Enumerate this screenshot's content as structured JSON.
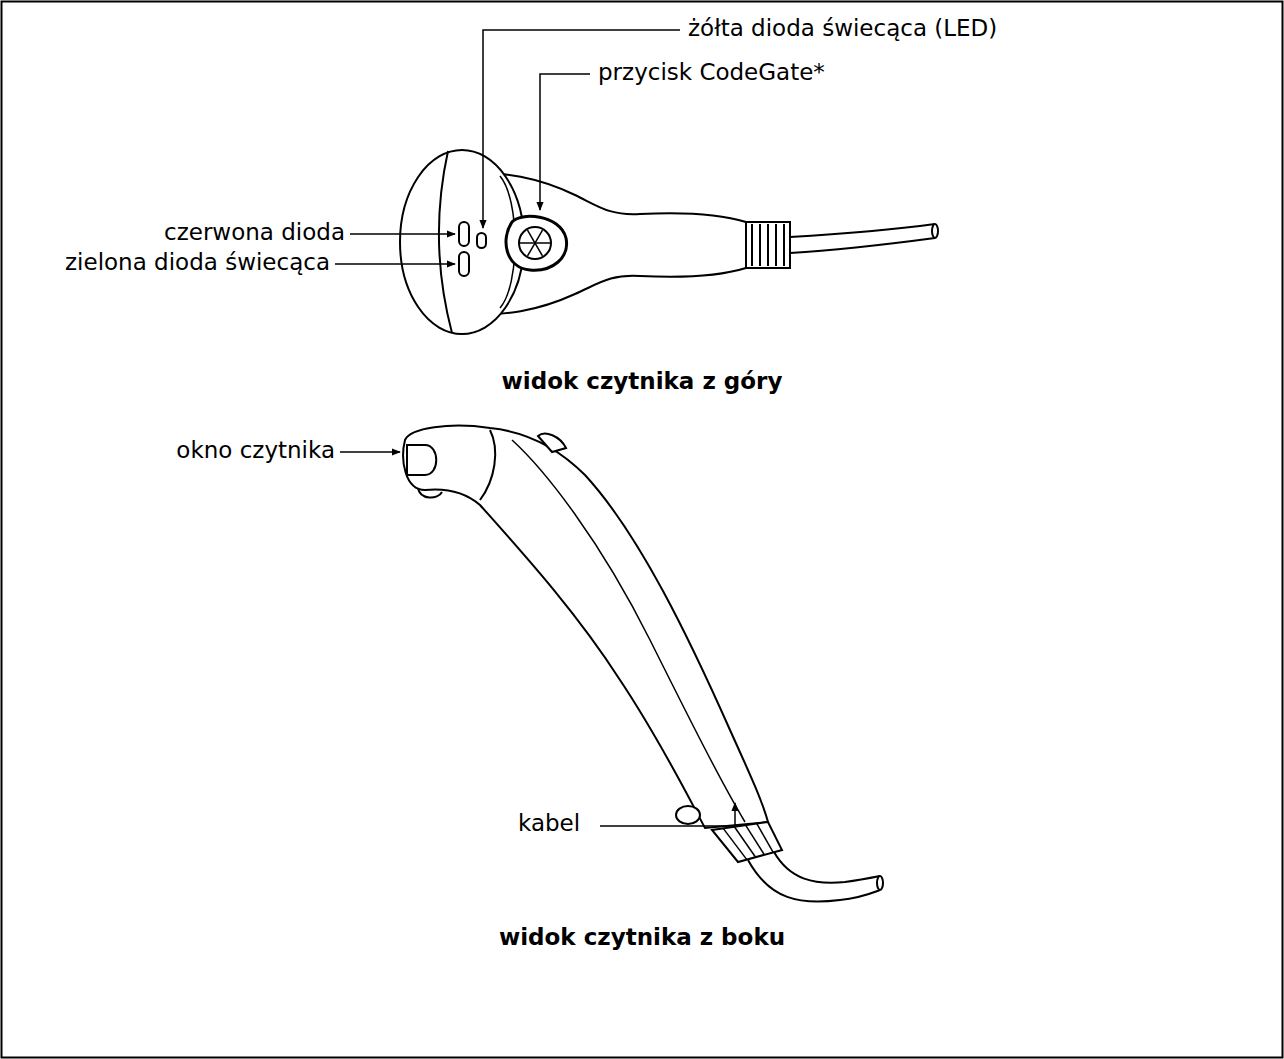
{
  "diagram": {
    "labels": [
      "żółta dioda świecąca (LED)",
      "przycisk CodeGate*",
      "czerwona dioda",
      "zielona dioda świecąca",
      "widok czytnika z góry",
      "okno czytnika",
      "kabel",
      "widok czytnika z boku"
    ]
  }
}
